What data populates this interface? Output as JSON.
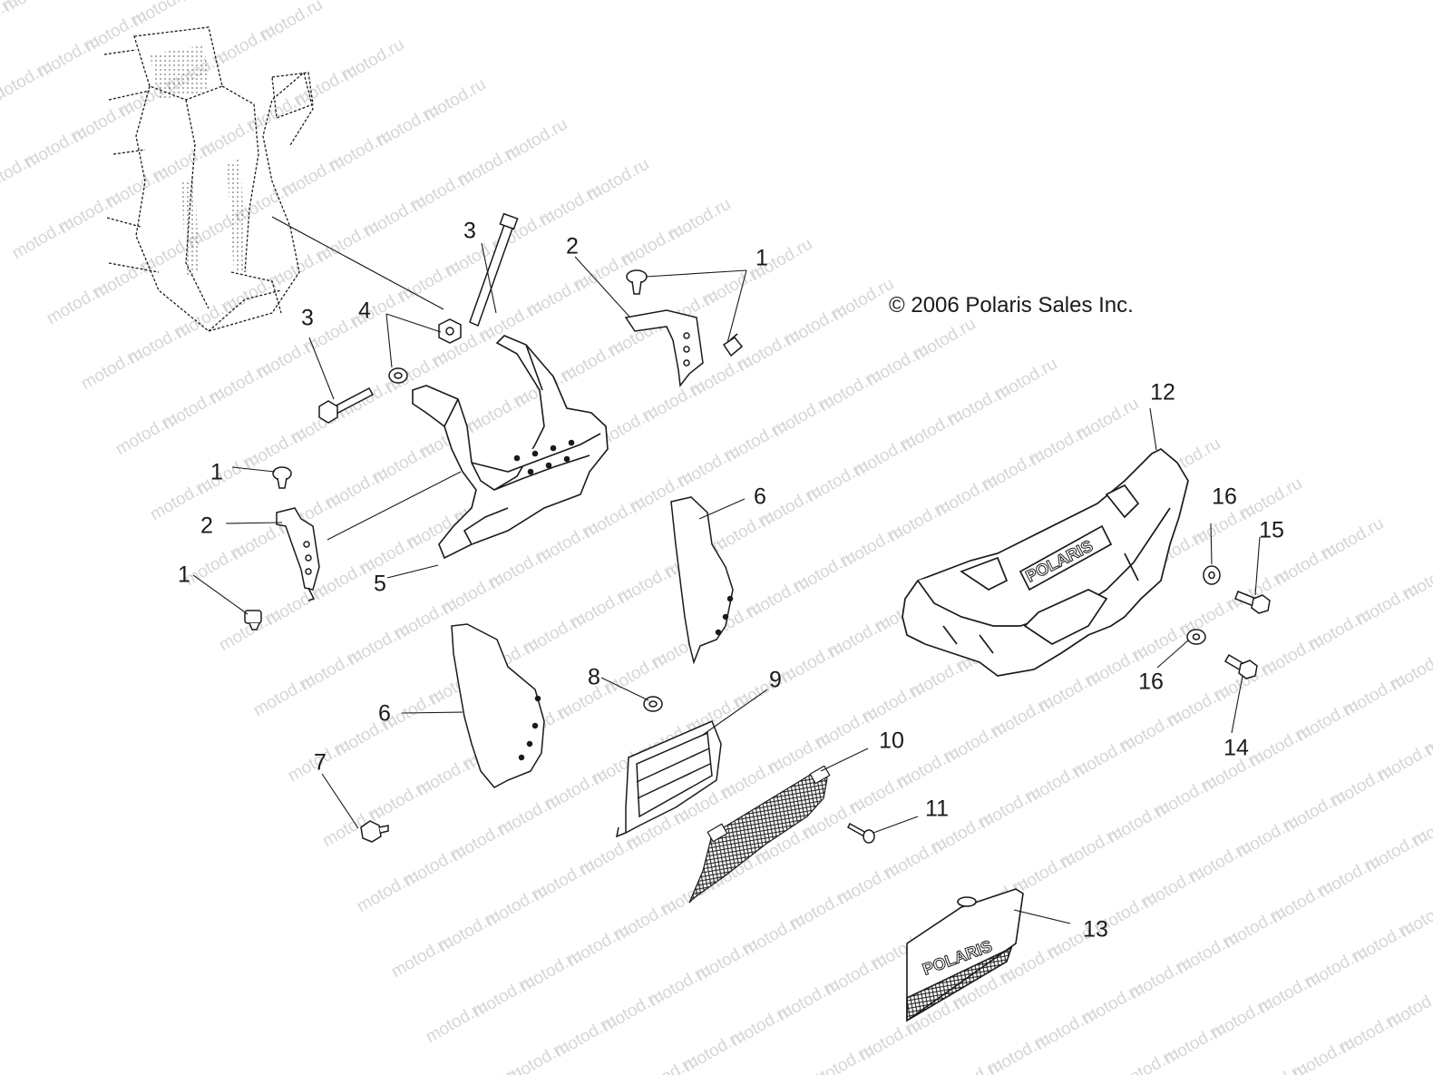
{
  "copyright": "© 2006 Polaris Sales Inc.",
  "watermark": "motod.ru",
  "callouts": {
    "c1a": "1",
    "c1b": "1",
    "c1c": "1",
    "c2a": "2",
    "c2b": "2",
    "c3a": "3",
    "c3b": "3",
    "c4": "4",
    "c5": "5",
    "c6a": "6",
    "c6b": "6",
    "c7": "7",
    "c8": "8",
    "c9": "9",
    "c10": "10",
    "c11": "11",
    "c12": "12",
    "c13": "13",
    "c14": "14",
    "c15": "15",
    "c16a": "16",
    "c16b": "16"
  },
  "logo_text": "POLARIS",
  "colors": {
    "line": "#1a1a1a",
    "watermark": "#d6d6d6",
    "background": "#ffffff"
  }
}
